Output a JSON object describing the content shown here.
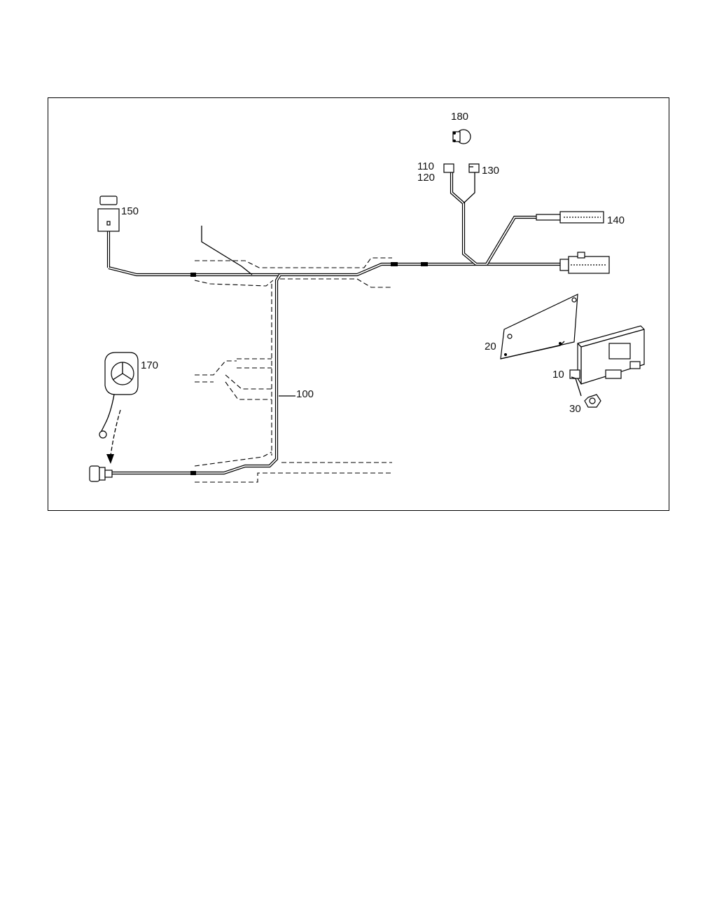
{
  "diagram": {
    "callouts": {
      "c180": "180",
      "c110": "110",
      "c120": "120",
      "c130": "130",
      "c150": "150",
      "c140": "140",
      "c20": "20",
      "c170": "170",
      "c10": "10",
      "c100": "100",
      "c30": "30"
    }
  }
}
